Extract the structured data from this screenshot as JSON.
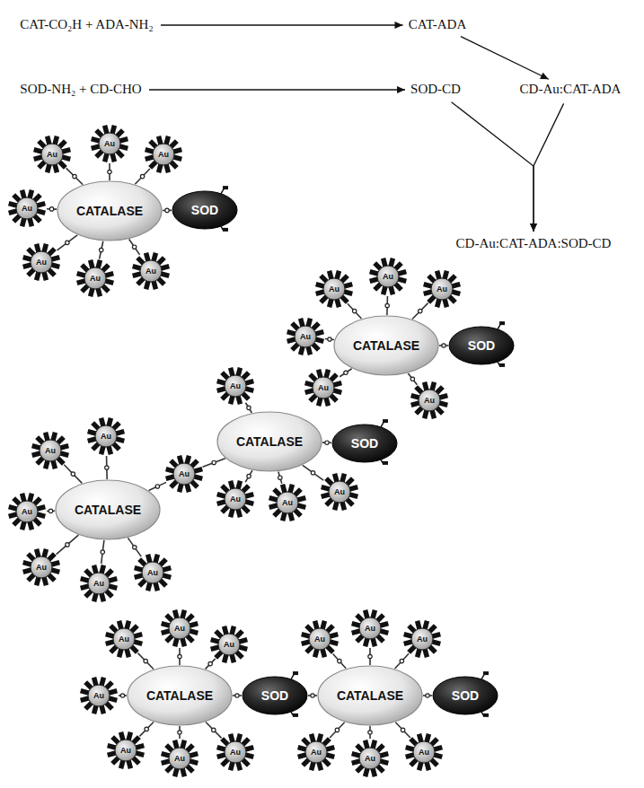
{
  "diagram": {
    "nodes": [
      {
        "text": [
          "CAT-CO₂H + ADA-NH₂"
        ]
      },
      {
        "text": [
          "CAT-ADA"
        ]
      },
      {
        "text": [
          "SOD-NH₂ + CD-CHO"
        ]
      },
      {
        "text": [
          "SOD-CD"
        ]
      },
      {
        "text": [
          "CD-Au:CAT-ADA"
        ]
      },
      {
        "text": [
          "CD-Au:CAT-ADA:SOD-CD"
        ]
      },
      {
        "text": [
          "CATALASE"
        ]
      },
      {
        "text": [
          "SOD"
        ]
      },
      {
        "text": [
          "Au"
        ]
      },
      {
        "text": [
          "Au"
        ]
      },
      {
        "text": [
          "Au"
        ]
      },
      {
        "text": [
          "Au"
        ]
      },
      {
        "text": [
          "Au"
        ]
      },
      {
        "text": [
          "Au"
        ]
      },
      {
        "text": [
          "Au"
        ]
      },
      {
        "text": [
          "CATALASE"
        ]
      },
      {
        "text": [
          "SOD"
        ]
      },
      {
        "text": [
          "Au"
        ]
      },
      {
        "text": [
          "Au"
        ]
      },
      {
        "text": [
          "Au"
        ]
      },
      {
        "text": [
          "Au"
        ]
      },
      {
        "text": [
          "Au"
        ]
      },
      {
        "text": [
          "Au"
        ]
      },
      {
        "text": [
          "CATALASE"
        ]
      },
      {
        "text": [
          "SOD"
        ]
      },
      {
        "text": [
          "Au"
        ]
      },
      {
        "text": [
          "Au"
        ]
      },
      {
        "text": [
          "Au"
        ]
      },
      {
        "text": [
          "Au"
        ]
      },
      {
        "text": [
          "Au"
        ]
      },
      {
        "text": [
          "CATALASE"
        ]
      },
      {
        "text": [
          "Au"
        ]
      },
      {
        "text": [
          "Au"
        ]
      },
      {
        "text": [
          "Au"
        ]
      },
      {
        "text": [
          "Au"
        ]
      },
      {
        "text": [
          "Au"
        ]
      },
      {
        "text": [
          "Au"
        ]
      },
      {
        "text": [
          "CATALASE"
        ]
      },
      {
        "text": [
          "SOD"
        ]
      },
      {
        "text": [
          "Au"
        ]
      },
      {
        "text": [
          "Au"
        ]
      },
      {
        "text": [
          "Au"
        ]
      },
      {
        "text": [
          "Au"
        ]
      },
      {
        "text": [
          "Au"
        ]
      },
      {
        "text": [
          "Au"
        ]
      },
      {
        "text": [
          "Au"
        ]
      },
      {
        "text": [
          "CATALASE"
        ]
      },
      {
        "text": [
          "SOD"
        ]
      },
      {
        "text": [
          "Au"
        ]
      },
      {
        "text": [
          "Au"
        ]
      },
      {
        "text": [
          "Au"
        ]
      },
      {
        "text": [
          "Au"
        ]
      },
      {
        "text": [
          "Au"
        ]
      },
      {
        "text": [
          "Au"
        ]
      }
    ],
    "edges": [
      {
        "from": 0,
        "to": 1,
        "arrow": "to"
      },
      {
        "from": 2,
        "to": 3,
        "arrow": "to"
      },
      {
        "from": 1,
        "to": 4,
        "arrow": "to"
      },
      {
        "from": 3,
        "to": 5,
        "arrow": "to"
      },
      {
        "from": 4,
        "to": 5,
        "arrow": "to"
      },
      {
        "from": 6,
        "to": 7,
        "arrow": "none"
      },
      {
        "from": 8,
        "to": 6,
        "arrow": "none"
      },
      {
        "from": 9,
        "to": 6,
        "arrow": "none"
      },
      {
        "from": 10,
        "to": 6,
        "arrow": "none"
      },
      {
        "from": 11,
        "to": 6,
        "arrow": "none"
      },
      {
        "from": 12,
        "to": 6,
        "arrow": "none"
      },
      {
        "from": 13,
        "to": 6,
        "arrow": "none"
      },
      {
        "from": 14,
        "to": 6,
        "arrow": "none"
      },
      {
        "from": 15,
        "to": 16,
        "arrow": "none"
      },
      {
        "from": 17,
        "to": 15,
        "arrow": "none"
      },
      {
        "from": 18,
        "to": 15,
        "arrow": "none"
      },
      {
        "from": 19,
        "to": 15,
        "arrow": "none"
      },
      {
        "from": 20,
        "to": 15,
        "arrow": "none"
      },
      {
        "from": 21,
        "to": 15,
        "arrow": "none"
      },
      {
        "from": 22,
        "to": 15,
        "arrow": "none"
      },
      {
        "from": 23,
        "to": 24,
        "arrow": "none"
      },
      {
        "from": 25,
        "to": 23,
        "arrow": "none"
      },
      {
        "from": 26,
        "to": 23,
        "arrow": "none"
      },
      {
        "from": 27,
        "to": 23,
        "arrow": "none"
      },
      {
        "from": 28,
        "to": 23,
        "arrow": "none"
      },
      {
        "from": 29,
        "to": 23,
        "arrow": "none"
      },
      {
        "from": 29,
        "to": 30,
        "arrow": "none"
      },
      {
        "from": 31,
        "to": 30,
        "arrow": "none"
      },
      {
        "from": 32,
        "to": 30,
        "arrow": "none"
      },
      {
        "from": 33,
        "to": 30,
        "arrow": "none"
      },
      {
        "from": 34,
        "to": 30,
        "arrow": "none"
      },
      {
        "from": 35,
        "to": 30,
        "arrow": "none"
      },
      {
        "from": 36,
        "to": 30,
        "arrow": "none"
      },
      {
        "from": 37,
        "to": 38,
        "arrow": "none"
      },
      {
        "from": 39,
        "to": 37,
        "arrow": "none"
      },
      {
        "from": 40,
        "to": 37,
        "arrow": "none"
      },
      {
        "from": 41,
        "to": 37,
        "arrow": "none"
      },
      {
        "from": 42,
        "to": 37,
        "arrow": "none"
      },
      {
        "from": 43,
        "to": 37,
        "arrow": "none"
      },
      {
        "from": 44,
        "to": 37,
        "arrow": "none"
      },
      {
        "from": 45,
        "to": 37,
        "arrow": "none"
      },
      {
        "from": 38,
        "to": 46,
        "arrow": "none"
      },
      {
        "from": 46,
        "to": 47,
        "arrow": "none"
      },
      {
        "from": 48,
        "to": 46,
        "arrow": "none"
      },
      {
        "from": 49,
        "to": 46,
        "arrow": "none"
      },
      {
        "from": 50,
        "to": 46,
        "arrow": "none"
      },
      {
        "from": 51,
        "to": 46,
        "arrow": "none"
      },
      {
        "from": 52,
        "to": 46,
        "arrow": "none"
      },
      {
        "from": 53,
        "to": 46,
        "arrow": "none"
      }
    ]
  }
}
